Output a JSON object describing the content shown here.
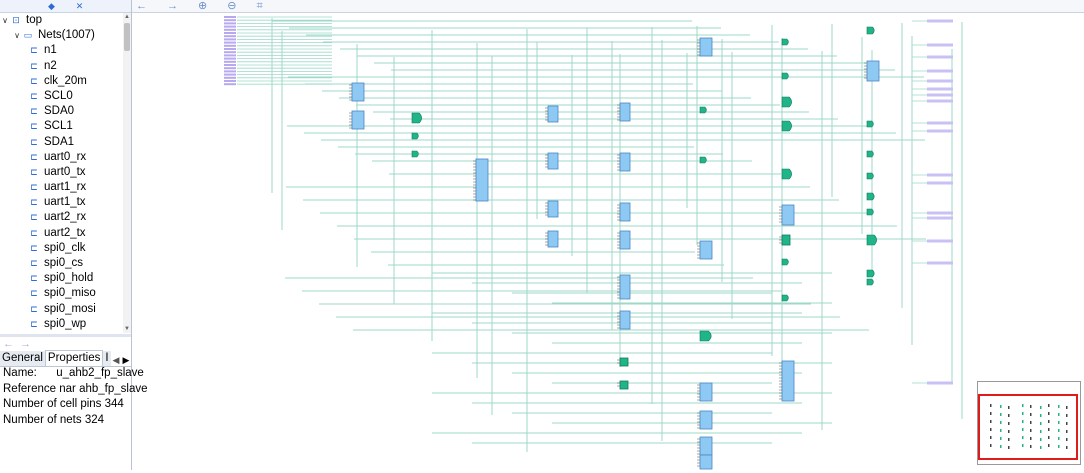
{
  "toolbar_icons": [
    "collapse-all-icon",
    "expand-all-icon"
  ],
  "tree": {
    "root": {
      "label": "top"
    },
    "nets_group": {
      "label": "Nets(1007)"
    },
    "nets": [
      "n1",
      "n2",
      "clk_20m",
      "SCL0",
      "SDA0",
      "SCL1",
      "SDA1",
      "uart0_rx",
      "uart0_tx",
      "uart1_rx",
      "uart1_tx",
      "uart2_rx",
      "uart2_tx",
      "spi0_clk",
      "spi0_cs",
      "spi0_hold",
      "spi0_miso",
      "spi0_mosi",
      "spi0_wp"
    ]
  },
  "properties": {
    "tabs": [
      "General",
      "Properties",
      "I"
    ],
    "rows": [
      {
        "key": "Name:",
        "value": "u_ahb2_fp_slave"
      },
      {
        "key": "Reference nar",
        "value": "ahb_fp_slave"
      },
      {
        "key": "Number of cell pins",
        "value": "344"
      },
      {
        "key": "Number of nets",
        "value": "324"
      }
    ]
  },
  "canvas_toolbar": {
    "back": "←",
    "forward": "→",
    "zoom_in": "⊕",
    "zoom_out": "⊖",
    "fit": "⌗"
  },
  "colors": {
    "wire": "#9ed9c8",
    "cell_fill": "#8ec9f4",
    "cell_stroke": "#4a86c4",
    "gate_fill": "#20b489",
    "port_text": "#6a5acd",
    "selection": "#e01b1b"
  }
}
